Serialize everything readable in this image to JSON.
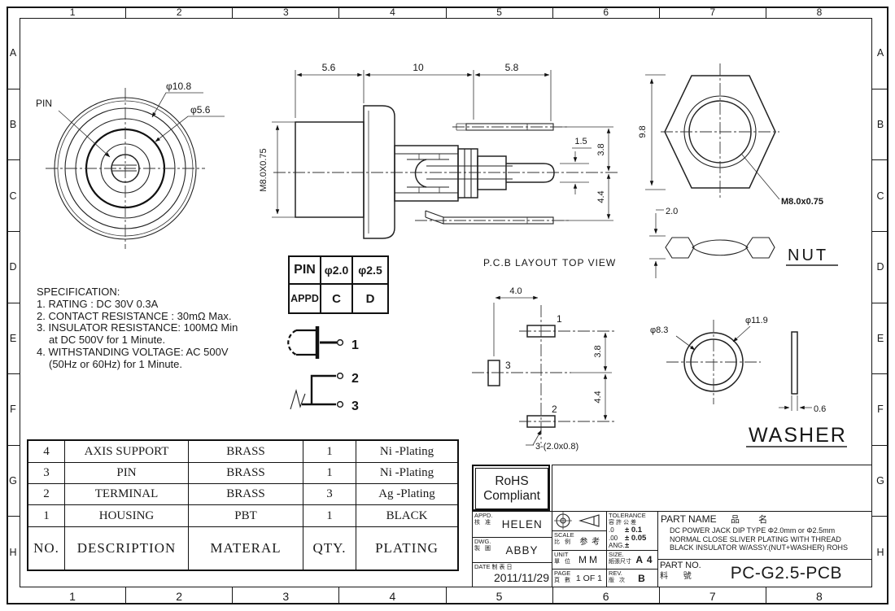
{
  "border": {
    "cols": [
      "1",
      "2",
      "3",
      "4",
      "5",
      "6",
      "7",
      "8"
    ],
    "rows": [
      "A",
      "B",
      "C",
      "D",
      "E",
      "F",
      "G",
      "H"
    ]
  },
  "front_view": {
    "pin": "PIN",
    "dia1": "φ10.8",
    "dia2": "φ5.6"
  },
  "side_view": {
    "w1": "5.6",
    "w2": "10",
    "w3": "5.8",
    "thread": "M8.0X0.75",
    "pin_dia": "1.5",
    "p1": "3.8",
    "p2": "4.4"
  },
  "nut": {
    "across": "9.8",
    "thread": "M8.0x0.75",
    "thk": "2.0",
    "label": "NUT"
  },
  "pcb": {
    "title": "P.C.B LAYOUT",
    "subtitle": "TOP VIEW",
    "w": "4.0",
    "h1": "3.8",
    "h2": "4.4",
    "pad1": "1",
    "pad2": "2",
    "pad3": "3",
    "note": "3-(2.0x0.8)"
  },
  "washer": {
    "d_in": "φ8.3",
    "d_out": "φ11.9",
    "thk": "0.6",
    "label": "WASHER"
  },
  "schematic": {
    "s1": "1",
    "s2": "2",
    "s3": "3"
  },
  "pin_table": {
    "r1": [
      "PIN",
      "φ2.0",
      "φ2.5"
    ],
    "r2": [
      "APPD",
      "C",
      "D"
    ]
  },
  "spec": {
    "title": "SPECIFICATION:",
    "lines": [
      "1. RATING : DC 30V 0.3A",
      "2. CONTACT RESISTANCE : 30mΩ Max.",
      "3. INSULATOR RESISTANCE: 100MΩ Min",
      "at DC 500V for 1 Minute.",
      "4. WITHSTANDING VOLTAGE: AC 500V",
      "(50Hz or 60Hz) for 1 Minute."
    ]
  },
  "bom": {
    "headers": [
      "NO.",
      "DESCRIPTION",
      "MATERAL",
      "QTY.",
      "PLATING"
    ],
    "rows": [
      [
        "4",
        "AXIS SUPPORT",
        "BRASS",
        "1",
        "Ni -Plating"
      ],
      [
        "3",
        "PIN",
        "BRASS",
        "1",
        "Ni -Plating"
      ],
      [
        "2",
        "TERMINAL",
        "BRASS",
        "3",
        "Ag -Plating"
      ],
      [
        "1",
        "HOUSING",
        "PBT",
        "1",
        "BLACK"
      ]
    ]
  },
  "rohs": {
    "l1": "RoHS",
    "l2": "Compliant"
  },
  "title_block": {
    "appd_label": "APPD.",
    "appd_cn": "核 准",
    "appd_value": "HELEN",
    "dwg_label": "DWG.",
    "dwg_cn": "製 圖",
    "dwg_value": "ABBY",
    "date_label": "DATE",
    "date_cn": "制表日",
    "date_value": "2011/11/29",
    "scale_label": "SCALE",
    "scale_cn": "比 例",
    "scale_value": "参 考",
    "unit_label": "UNIT",
    "unit_cn": "單 位",
    "unit_value": "MM",
    "page_label": "PAGE",
    "page_cn": "頁 數",
    "page_value": "1 OF 1",
    "tol_label": "TOLERANCE",
    "tol_cn": "容許公差",
    "tol_rows": [
      {
        "k": ".0",
        "v": "± 0.1"
      },
      {
        "k": ".00",
        "v": "± 0.05"
      },
      {
        "k": "ANG.",
        "v": "±"
      }
    ],
    "size_label": "SIZE.",
    "size_cn": "紙張尺寸",
    "size_value": "A 4",
    "rev_label": "REV.",
    "rev_cn": "版 次",
    "rev_value": "B",
    "part_name_label": "PART NAME",
    "part_name_cn": "品 名",
    "part_name_lines": [
      "DC POWER JACK DIP TYPE Φ2.0mm or Φ2.5mm",
      "NORMAL CLOSE SLIVER PLATING WITH THREAD",
      "BLACK INSULATOR W/ASSY.(NUT+WASHER) ROHS"
    ],
    "part_no_label": "PART NO.",
    "part_no_cn": "料 號",
    "part_no_value": "PC-G2.5-PCB"
  }
}
